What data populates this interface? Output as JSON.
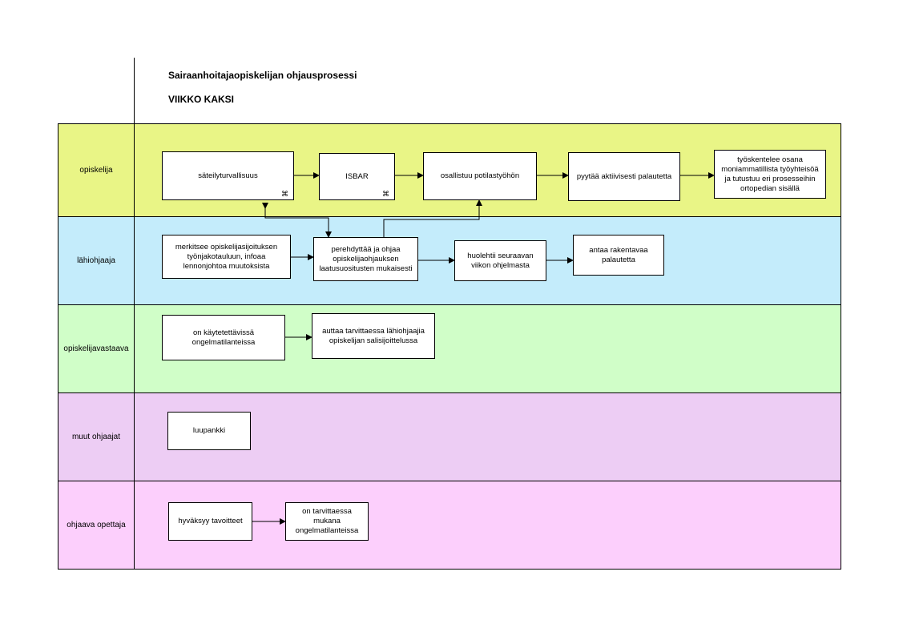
{
  "header": {
    "title": "Sairaanhoitajaopiskelijan ohjausprosessi",
    "subtitle": "VIIKKO KAKSI"
  },
  "colors": {
    "lane_opiskelija": "#e9f586",
    "lane_lahiohjaaja": "#c4ecfb",
    "lane_opiskelijavastaava": "#d0fec8",
    "lane_muut": "#edcdf4",
    "lane_opettaja": "#fccffc"
  },
  "lanes": [
    {
      "label": "opiskelija"
    },
    {
      "label": "lähiohjaaja"
    },
    {
      "label": "opiskelijavastaava"
    },
    {
      "label": "muut ohjaajat"
    },
    {
      "label": "ohjaava opettaja"
    }
  ],
  "boxes": {
    "sateily": "säteilyturvallisuus",
    "isbar": "ISBAR",
    "osallistuu": "osallistuu potilastyöhön",
    "pyytaa": "pyytää aktiivisesti palautetta",
    "tyoskentelee": "työskentelee osana moniammatillista työyhteisöä ja tutustuu eri prosesseihin ortopedian sisällä",
    "merkitsee": "merkitsee opiskelijasijoituksen työnjakotauluun, infoaa lennonjohtoa muutoksista",
    "perehdyttaa": "perehdyttää ja ohjaa opiskelijaohjauksen laatusuositusten mukaisesti",
    "huolehtii": "huolehtii seuraavan viikon ohjelmasta",
    "antaa": "antaa rakentavaa palautetta",
    "kaytettavissa": "on käytetettävissä ongelmatilanteissa",
    "auttaa": "auttaa tarvittaessa lähiohjaajia opiskelijan salisijoittelussa",
    "luupankki": "luupankki",
    "hyvaksyy": "hyväksyy tavoitteet",
    "mukana": "on tarvittaessa mukana ongelmatilanteissa"
  },
  "icons": {
    "subprocess": "subprocess-marker-icon"
  }
}
